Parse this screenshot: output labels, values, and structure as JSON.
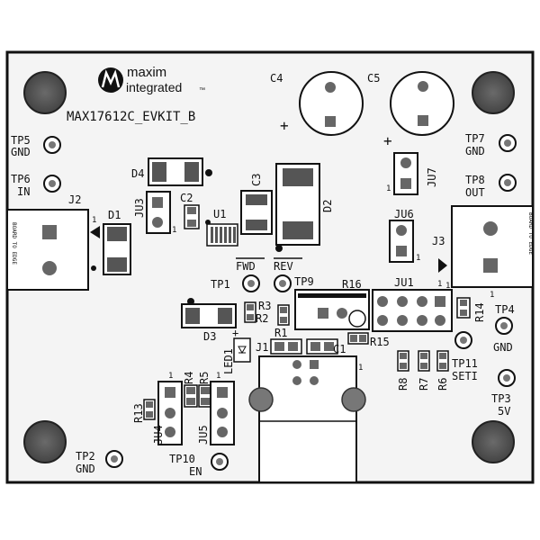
{
  "board": {
    "title": "MAX17612C_EVKIT_B",
    "logo": {
      "line1": "maxim",
      "line2": "integrated",
      "tm": "™"
    },
    "board_to_edge": "BOARD TO EDGE"
  },
  "test_points": {
    "tp1": "TP1",
    "tp2": "TP2",
    "tp2_net": "GND",
    "tp3": "TP3",
    "tp3_net": "5V",
    "tp4": "TP4",
    "tp4_net": "GND",
    "tp5": "TP5",
    "tp5_net": "GND",
    "tp6": "TP6",
    "tp6_net": "IN",
    "tp7": "TP7",
    "tp7_net": "GND",
    "tp8": "TP8",
    "tp8_net": "OUT",
    "tp9": "TP9",
    "tp10": "TP10",
    "tp10_net": "EN",
    "tp11": "TP11",
    "tp11_net": "SETI"
  },
  "designators": {
    "c1": "C1",
    "c2": "C2",
    "c3": "C3",
    "c4": "C4",
    "c5": "C5",
    "d1": "D1",
    "d2": "D2",
    "d3": "D3",
    "d4": "D4",
    "u1": "U1",
    "j1": "J1",
    "j2": "J2",
    "j3": "J3",
    "ju1": "JU1",
    "ju3": "JU3",
    "ju4": "JU4",
    "ju5": "JU5",
    "ju6": "JU6",
    "ju7": "JU7",
    "r1": "R1",
    "r2": "R2",
    "r3": "R3",
    "r4": "R4",
    "r5": "R5",
    "r6": "R6",
    "r7": "R7",
    "r8": "R8",
    "r13": "R13",
    "r14": "R14",
    "r15": "R15",
    "r16": "R16",
    "led1": "LED1",
    "fwd": "FWD",
    "rev": "REV"
  },
  "pin_marks": {
    "one": "1",
    "plus": "+"
  },
  "colors": {
    "board_fill": "#f4f4f4",
    "silkscreen": "#111111",
    "copper": "#555555",
    "mounting_hole": "#6a6a6a"
  }
}
